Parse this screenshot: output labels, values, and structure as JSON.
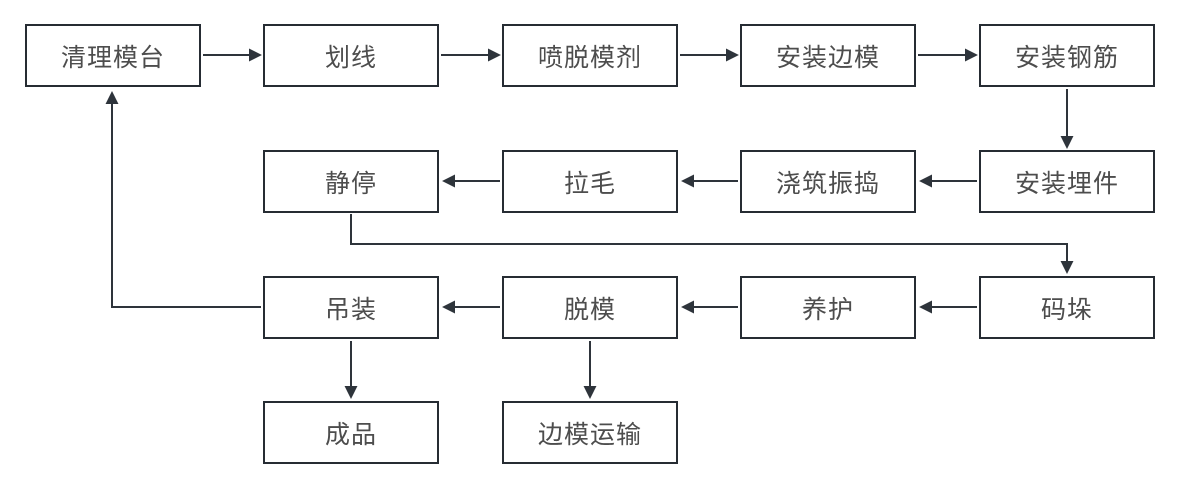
{
  "diagram": {
    "type": "flowchart",
    "description": "Precast concrete component production process flow",
    "nodes": [
      {
        "id": "clean-mold-table",
        "label": "清理模台"
      },
      {
        "id": "marking",
        "label": "划线"
      },
      {
        "id": "spray-release-agent",
        "label": "喷脱模剂"
      },
      {
        "id": "install-side-forms",
        "label": "安装边模"
      },
      {
        "id": "install-rebar",
        "label": "安装钢筋"
      },
      {
        "id": "install-embedments",
        "label": "安装埋件"
      },
      {
        "id": "pour-and-vibrate",
        "label": "浇筑振捣"
      },
      {
        "id": "roughening",
        "label": "拉毛"
      },
      {
        "id": "resting",
        "label": "静停"
      },
      {
        "id": "stacking",
        "label": "码垛"
      },
      {
        "id": "curing",
        "label": "养护"
      },
      {
        "id": "demolding",
        "label": "脱模"
      },
      {
        "id": "hoisting",
        "label": "吊装"
      },
      {
        "id": "finished-product",
        "label": "成品"
      },
      {
        "id": "side-form-transport",
        "label": "边模运输"
      }
    ],
    "edges": [
      {
        "from": "clean-mold-table",
        "to": "marking"
      },
      {
        "from": "marking",
        "to": "spray-release-agent"
      },
      {
        "from": "spray-release-agent",
        "to": "install-side-forms"
      },
      {
        "from": "install-side-forms",
        "to": "install-rebar"
      },
      {
        "from": "install-rebar",
        "to": "install-embedments"
      },
      {
        "from": "install-embedments",
        "to": "pour-and-vibrate"
      },
      {
        "from": "pour-and-vibrate",
        "to": "roughening"
      },
      {
        "from": "roughening",
        "to": "resting"
      },
      {
        "from": "resting",
        "to": "stacking"
      },
      {
        "from": "stacking",
        "to": "curing"
      },
      {
        "from": "curing",
        "to": "demolding"
      },
      {
        "from": "demolding",
        "to": "hoisting"
      },
      {
        "from": "hoisting",
        "to": "clean-mold-table"
      },
      {
        "from": "hoisting",
        "to": "finished-product"
      },
      {
        "from": "demolding",
        "to": "side-form-transport"
      }
    ],
    "colors": {
      "background": "#ffffff",
      "node_border": "#262c33",
      "node_fill": "#ffffff",
      "line": "#2e343b",
      "text": "#4d4d4d"
    }
  }
}
